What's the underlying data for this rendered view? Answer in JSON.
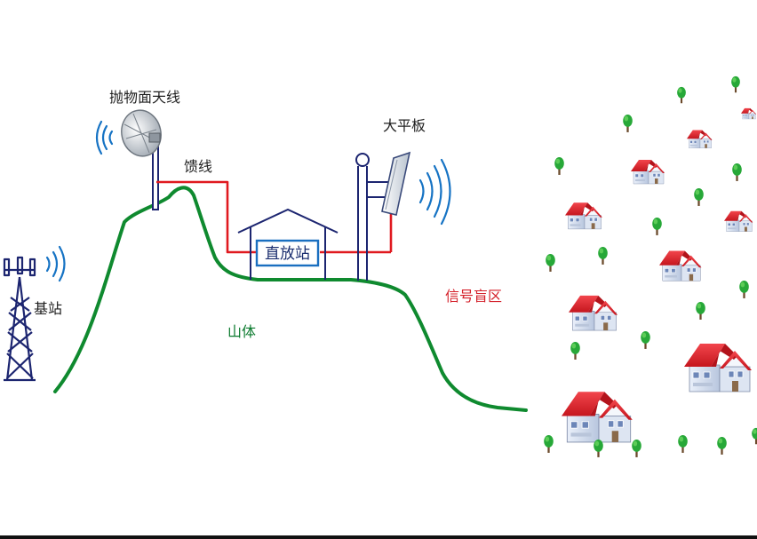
{
  "labels": {
    "dish_antenna": "抛物面天线",
    "feeder": "馈线",
    "panel_antenna": "大平板",
    "repeater_station": "直放站",
    "base_station": "基站",
    "mountain": "山体",
    "blind_zone": "信号盲区"
  },
  "colors": {
    "structure": "#1c2570",
    "feeder_cable": "#e0191f",
    "mountain_outline": "#0f8a2f",
    "signal_wave": "#1673c4",
    "roof": "#e3222b",
    "tree": "#1e9e2d"
  },
  "icons": {
    "base_station": "lattice-tower-icon",
    "dish_antenna": "parabolic-dish-icon",
    "panel_antenna": "flat-panel-antenna-icon",
    "house": "house-icon",
    "tree": "tree-icon"
  }
}
